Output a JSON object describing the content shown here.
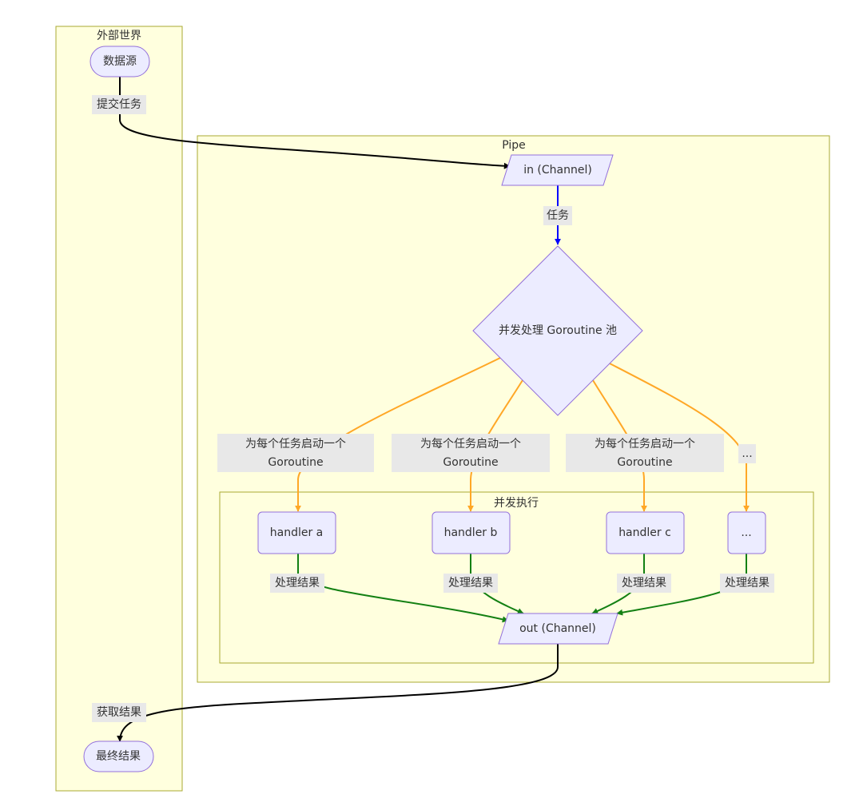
{
  "clusters": {
    "outer_world": "外部世界",
    "pipe": "Pipe",
    "concurrent": "并发执行"
  },
  "nodes": {
    "source": "数据源",
    "in_channel": "in (Channel)",
    "pool": "并发处理 Goroutine 池",
    "handler_a": "handler a",
    "handler_b": "handler b",
    "handler_c": "handler c",
    "handler_more": "...",
    "out_channel": "out (Channel)",
    "final": "最终结果"
  },
  "edges": {
    "submit": "提交任务",
    "task": "任务",
    "spawn_line1": "为每个任务启动一个",
    "spawn_line2": "Goroutine",
    "spawn_more": "...",
    "result": "处理结果",
    "fetch": "获取结果"
  },
  "colors": {
    "cluster_fill": "#ffffde",
    "cluster_stroke": "#aaaa33",
    "node_fill": "#ececff",
    "node_stroke": "#9370db",
    "edge_black": "#000000",
    "edge_blue": "#0000ff",
    "edge_orange": "#ffa726",
    "edge_green": "#138013"
  }
}
